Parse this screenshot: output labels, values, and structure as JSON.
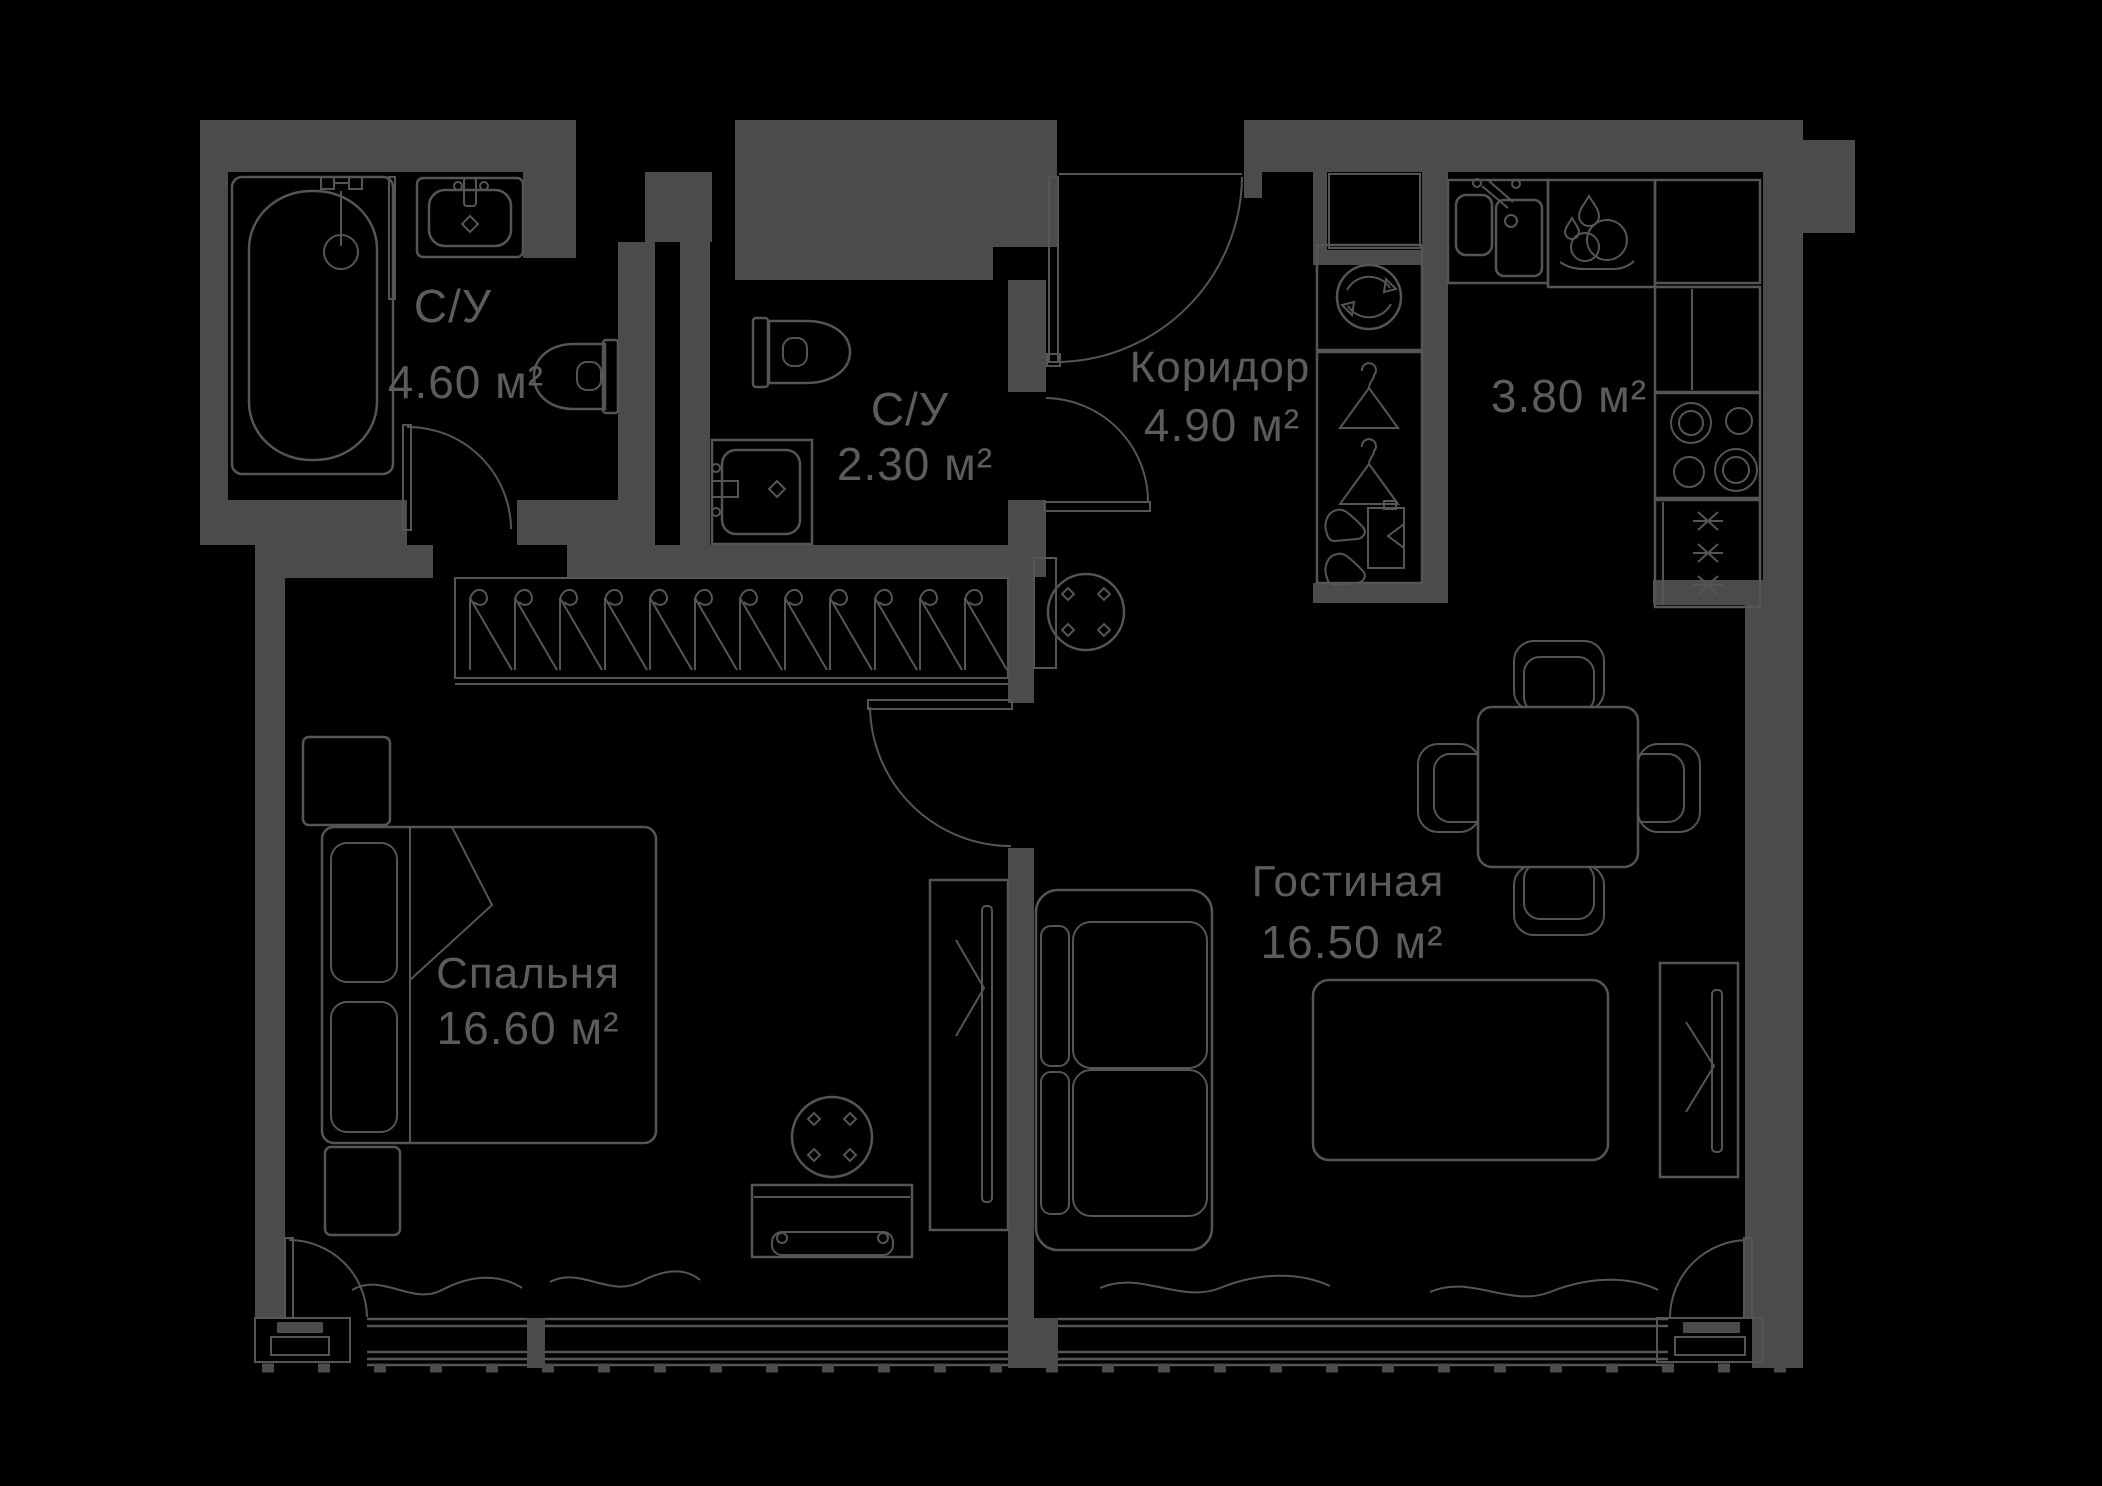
{
  "plan": {
    "type": "apartment-floor-plan",
    "rooms": [
      {
        "id": "bathroom-1",
        "name": "С/У",
        "area": "4.60 м²"
      },
      {
        "id": "bathroom-2",
        "name": "С/У",
        "area": "2.30 м²"
      },
      {
        "id": "corridor",
        "name": "Коридор",
        "area": "4.90 м²"
      },
      {
        "id": "kitchen",
        "name": "",
        "area": "3.80 м²"
      },
      {
        "id": "living",
        "name": "Гостиная",
        "area": "16.50 м²"
      },
      {
        "id": "bedroom",
        "name": "Спальня",
        "area": "16.60 м²"
      }
    ],
    "colors": {
      "background": "#000000",
      "walls": "#4b4b4b",
      "lines": "#555555",
      "text": "#5c5c5c"
    },
    "icons": [
      "bathtub",
      "bath-sink",
      "toilet",
      "washbasin",
      "washing-machine",
      "hanger",
      "shoes",
      "drawer-cabinet",
      "kitchen-sink",
      "dishwasher",
      "stove-burners",
      "oven",
      "dining-table",
      "chair",
      "sofa",
      "rug",
      "tv-unit",
      "bed",
      "pillow",
      "nightstand",
      "stool",
      "dressing-table",
      "door-swing",
      "window-band",
      "curtain-wave",
      "sliding-wardrobe"
    ]
  }
}
